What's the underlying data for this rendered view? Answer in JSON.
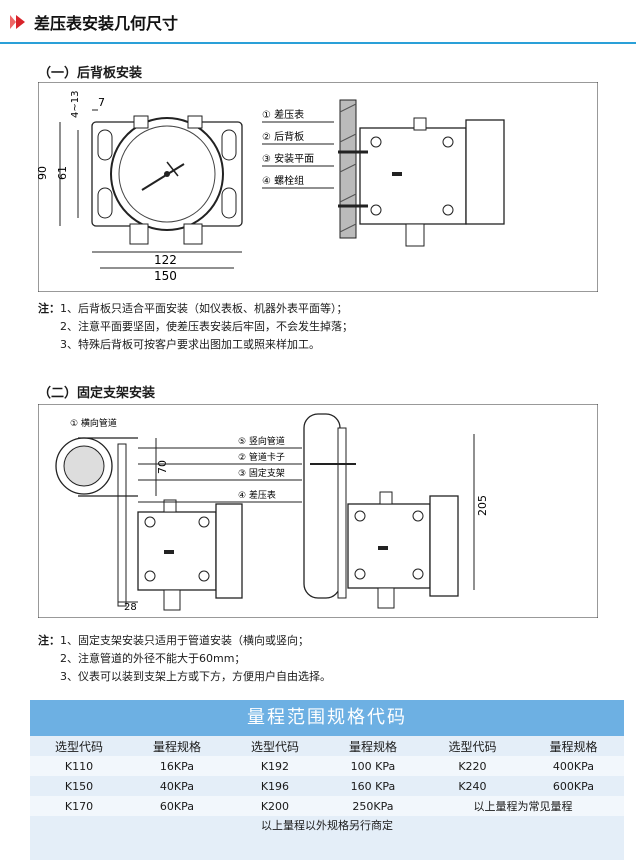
{
  "page_title": "差压表安装几何尺寸",
  "section1": {
    "title": "（一）后背板安装",
    "dims": {
      "d1": "4~13",
      "d2": "7",
      "d3": "90",
      "d4": "61",
      "d5": "122",
      "d6": "150"
    },
    "callouts": [
      "① 差压表",
      "② 后背板",
      "③ 安装平面",
      "④ 螺栓组"
    ],
    "notes_prefix": "注：",
    "notes": [
      "1、后背板只适合平面安装（如仪表板、机器外表平面等）；",
      "2、注意平面要坚固，使差压表安装后牢固，不会发生掉落；",
      "3、特殊后背板可按客户要求出图加工或照来样加工。"
    ]
  },
  "section2": {
    "title": "（二）固定支架安装",
    "dims": {
      "d1": "70",
      "d2": "28",
      "d3": "205"
    },
    "callouts": [
      "① 横向管道",
      "⑤ 竖向管道",
      "② 管道卡子",
      "③ 固定支架",
      "④ 差压表"
    ],
    "notes_prefix": "注：",
    "notes": [
      "1、固定支架安装只适用于管道安装（横向或竖向；",
      "2、注意管道的外径不能大于60mm；",
      "3、仪表可以装到支架上方或下方，方便用户自由选择。"
    ]
  },
  "spec": {
    "header": "量程范围规格代码",
    "col_headers": [
      "选型代码",
      "量程规格",
      "选型代码",
      "量程规格",
      "选型代码",
      "量程规格"
    ],
    "rows": [
      [
        "K110",
        "16KPa",
        "K192",
        "100 KPa",
        "K220",
        "400KPa"
      ],
      [
        "K150",
        "40KPa",
        "K196",
        "160 KPa",
        "K240",
        "600KPa"
      ],
      [
        "K170",
        "60KPa",
        "K200",
        "250KPa",
        "以上量程为常见量程",
        ""
      ]
    ],
    "footer": "以上量程以外规格另行商定"
  },
  "colors": {
    "accent_red": "#d8232a",
    "rule_blue": "#2aa0d8",
    "table_header": "#6db0e3",
    "table_bg": "#e4eef8"
  }
}
